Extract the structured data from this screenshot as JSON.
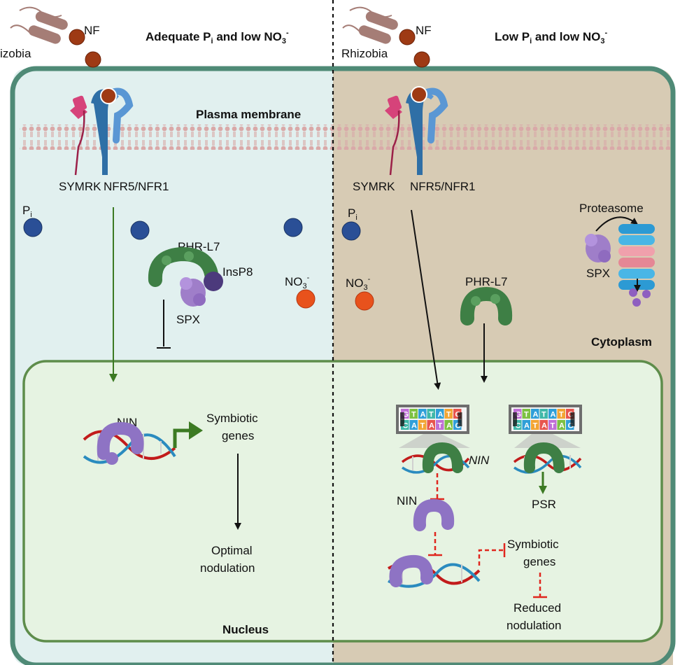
{
  "left_panel": {
    "title_main": "Adequate P",
    "title_sub": "i",
    "title_rest": " and low NO",
    "title_sub2": "3",
    "title_sup": "-",
    "rhizobia": "izobia",
    "nf": "NF",
    "plasma_membrane": "Plasma membrane",
    "symrk": "SYMRK",
    "nfr": "NFR5/NFR1",
    "pi_main": "P",
    "pi_sub": "i",
    "phr": "PHR-L7",
    "insp8": "InsP8",
    "spx": "SPX",
    "no3_main": "NO",
    "no3_sub": "3",
    "no3_sup": "-",
    "nin": "NIN",
    "symbiotic_1": "Symbiotic",
    "symbiotic_2": "genes",
    "optimal_1": "Optimal",
    "optimal_2": "nodulation",
    "nucleus": "Nucleus"
  },
  "right_panel": {
    "title_main": "Low P",
    "title_sub": "i",
    "title_rest": " and low NO",
    "title_sub2": "3",
    "title_sup": "-",
    "rhizobia": "Rhizobia",
    "nf": "NF",
    "symrk": "SYMRK",
    "nfr": "NFR5/NFR1",
    "pi_main": "P",
    "pi_sub": "i",
    "proteasome": "Proteasome",
    "spx": "SPX",
    "no3_main": "NO",
    "no3_sub": "3",
    "no3_sup": "-",
    "phr": "PHR-L7",
    "cytoplasm": "Cytoplasm",
    "nin_italic": "NIN",
    "psr": "PSR",
    "nin": "NIN",
    "symbiotic_1": "Symbiotic",
    "symbiotic_2": "genes",
    "reduced_1": "Reduced",
    "reduced_2": "nodulation",
    "dna_top_letters": [
      "G",
      "T",
      "A",
      "T",
      "A",
      "T",
      "C"
    ],
    "dna_bot_letters": [
      "C",
      "A",
      "T",
      "A",
      "T",
      "A",
      "G"
    ]
  },
  "colors": {
    "left_bg": "#e1f0ef",
    "right_bg": "#d7cbb4",
    "cell_border": "#4f8a76",
    "nucleus_fill": "#e6f3e2",
    "nucleus_border": "#5e8d4b",
    "pi_blue": "#2a4f96",
    "nitrate_orange": "#e8521c",
    "nf_brown": "#9e3a14",
    "phr_green": "#3e7f45",
    "spx_purple": "#9f7ec9",
    "nin_purple": "#8e73c4",
    "insp8_purple": "#4c3a7c",
    "inhibit_red": "#e0261e",
    "activate_green": "#3c7a23"
  }
}
